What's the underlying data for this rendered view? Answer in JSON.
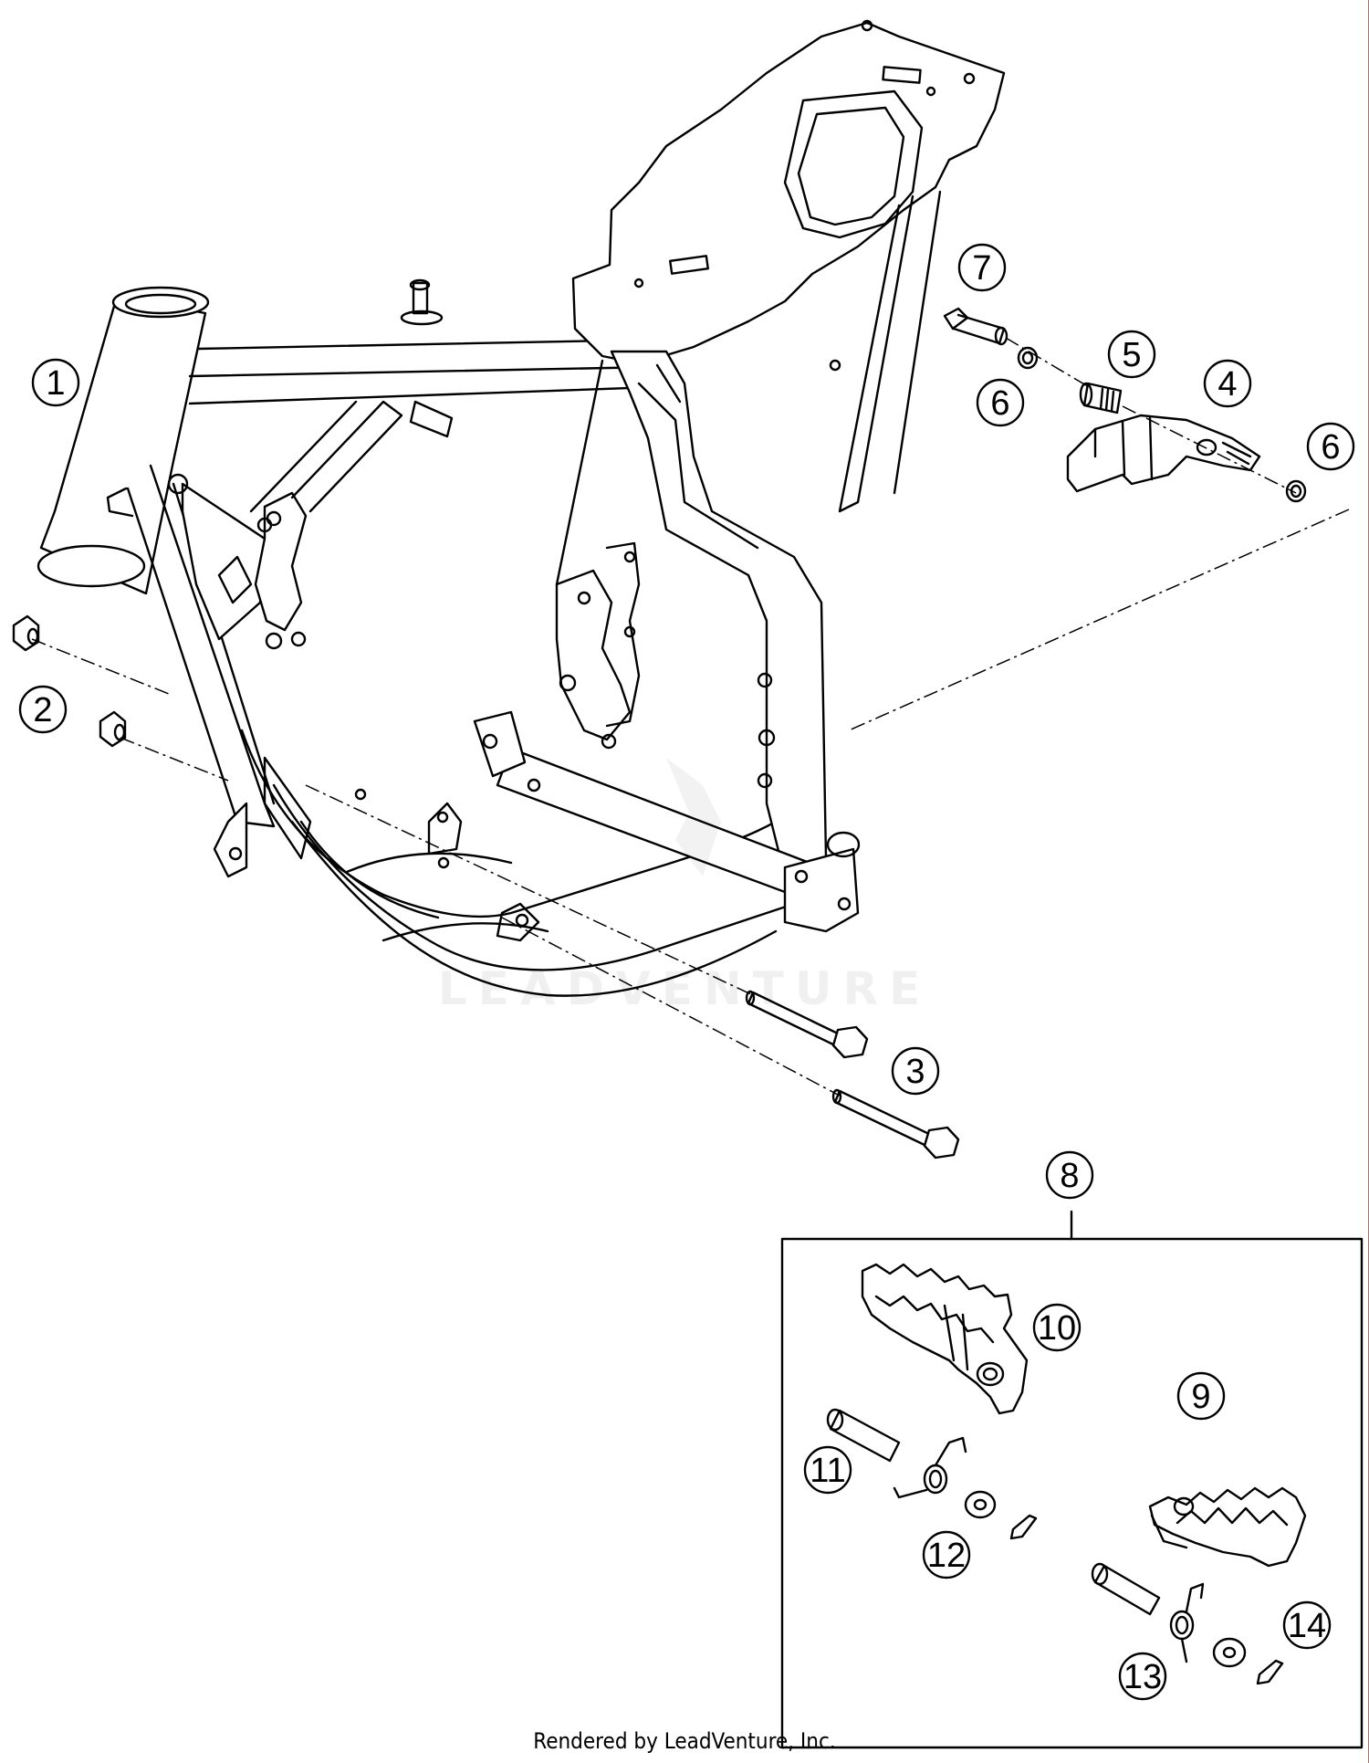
{
  "callouts": [
    {
      "n": "1"
    },
    {
      "n": "2"
    },
    {
      "n": "3"
    },
    {
      "n": "4"
    },
    {
      "n": "5"
    },
    {
      "n": "6"
    },
    {
      "n": "6"
    },
    {
      "n": "7"
    },
    {
      "n": "8"
    },
    {
      "n": "9"
    },
    {
      "n": "10"
    },
    {
      "n": "11"
    },
    {
      "n": "12"
    },
    {
      "n": "13"
    },
    {
      "n": "14"
    }
  ],
  "watermark": {
    "text": "LEADVENTURE"
  },
  "footer": {
    "text": "Rendered by LeadVenture, Inc."
  }
}
